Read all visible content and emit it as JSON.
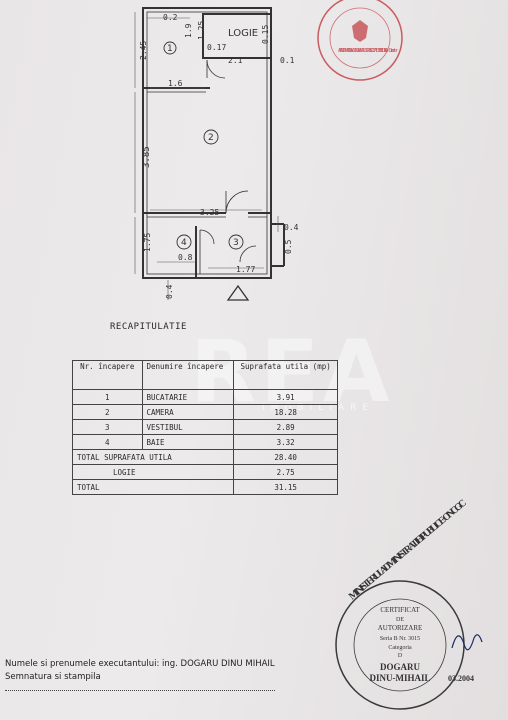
{
  "plan": {
    "label_logie": "LOGIE",
    "dims": {
      "d_0_2": "0.2",
      "d_2_45": "2.45",
      "d_1_6": "1.6",
      "d_3_85": "3.85",
      "d_3_25": "3.25",
      "d_1_75": "1.75",
      "d_0_8": "0.8",
      "d_1_77": "1.77",
      "d_0_4_left": "0.4",
      "d_0_4_right": "0.4",
      "d_0_5": "0.5",
      "d_2_1": "2.1",
      "d_0_1": "0.1",
      "d_0_17": "0.17",
      "d_1_25": "1.25",
      "d_0_15": "0.15",
      "d_1_9": "1.9"
    },
    "rooms": [
      "1",
      "2",
      "3",
      "4"
    ]
  },
  "stamp_top": {
    "text": "AGENTIA NATIONALA DE CADASTRU SI PUBLICITATE IMOBILIARA · Director"
  },
  "recap": {
    "title": "RECAPITULATIE",
    "headers": [
      "Nr. încapere",
      "Denumire încapere",
      "Suprafata utila (mp)"
    ],
    "rows": [
      {
        "nr": "1",
        "name": "BUCATARIE",
        "area": "3.91"
      },
      {
        "nr": "2",
        "name": "CAMERA",
        "area": "18.28"
      },
      {
        "nr": "3",
        "name": "VESTIBUL",
        "area": "2.89"
      },
      {
        "nr": "4",
        "name": "BAIE",
        "area": "3.32"
      }
    ],
    "total_util_label": "TOTAL SUPRAFATA UTILA",
    "total_util_value": "28.40",
    "logie_label": "LOGIE",
    "logie_value": "2.75",
    "total_label": "TOTAL",
    "total_value": "31.15"
  },
  "watermark": {
    "big": "REA",
    "small": "IMOBILIARE"
  },
  "footer": {
    "line1": "Numele si prenumele executantului: ing. DOGARU DINU MIHAIL",
    "line2": "Semnatura si stampila"
  },
  "stamp_bottom": {
    "ring": "MINISTERUL ADMINISTRATIEI PUBLICE · ONCGC",
    "l1": "CERTIFICAT",
    "l2": "DE",
    "l3": "AUTORIZARE",
    "l4": "Seria B Nr. 3015",
    "l5": "Categoria",
    "l6": "D",
    "l7": "DOGARU",
    "l8": "DINU-MIHAIL",
    "date": "03.2004"
  }
}
